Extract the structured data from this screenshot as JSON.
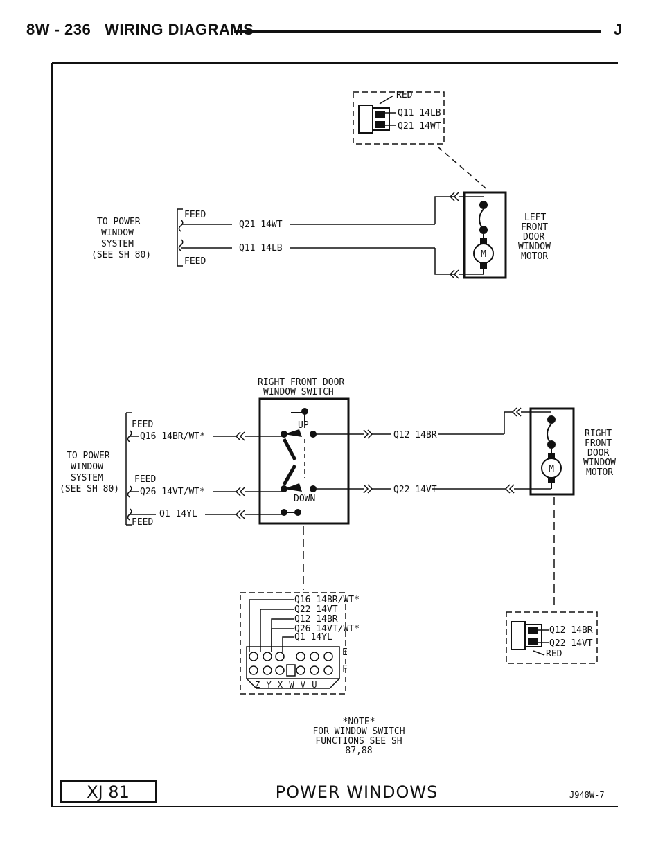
{
  "header": {
    "page_label": "8W - 236",
    "section": "WIRING DIAGRAMS",
    "right_mark": "J"
  },
  "top_connector": {
    "label_color": "RED",
    "pins": [
      "Q11 14LB",
      "Q21 14WT"
    ]
  },
  "left_system": {
    "title_lines": [
      "TO POWER",
      "WINDOW",
      "SYSTEM",
      "(SEE SH 80)"
    ],
    "feed_label": "FEED",
    "wire_q21": "Q21 14WT",
    "wire_q11": "Q11 14LB"
  },
  "left_motor": {
    "label_lines": [
      "LEFT",
      "FRONT",
      "DOOR",
      "WINDOW",
      "MOTOR"
    ],
    "motor_symbol": "M"
  },
  "right_switch": {
    "title_lines": [
      "RIGHT FRONT DOOR",
      "WINDOW SWITCH"
    ],
    "up_label": "UP",
    "down_label": "DOWN"
  },
  "right_system": {
    "title_lines": [
      "TO POWER",
      "WINDOW",
      "SYSTEM",
      "(SEE SH 80)"
    ],
    "feed_label": "FEED",
    "wire_q16": "Q16 14BR/WT*",
    "wire_q26": "Q26 14VT/WT*",
    "wire_q1": "Q1 14YL",
    "wire_q12": "Q12 14BR",
    "wire_q22": "Q22 14VT"
  },
  "right_motor": {
    "label_lines": [
      "RIGHT",
      "FRONT",
      "DOOR",
      "WINDOW",
      "MOTOR"
    ],
    "motor_symbol": "M"
  },
  "switch_connector": {
    "pins": [
      "Q16 14BR/WT*",
      "Q22 14VT",
      "Q12 14BR",
      "Q26 14VT/WT*",
      "Q1 14YL"
    ],
    "row_e": "E",
    "row_f": "F",
    "cavity_letters": "Z Y X W V U"
  },
  "right_motor_connector": {
    "pins": [
      "Q12 14BR",
      "Q22 14VT"
    ],
    "label_color": "RED"
  },
  "note": {
    "lines": [
      "*NOTE*",
      "FOR WINDOW SWITCH",
      "FUNCTIONS SEE SH",
      "87,88"
    ]
  },
  "footer": {
    "model": "XJ 81",
    "title": "POWER WINDOWS",
    "code": "J948W-7"
  }
}
